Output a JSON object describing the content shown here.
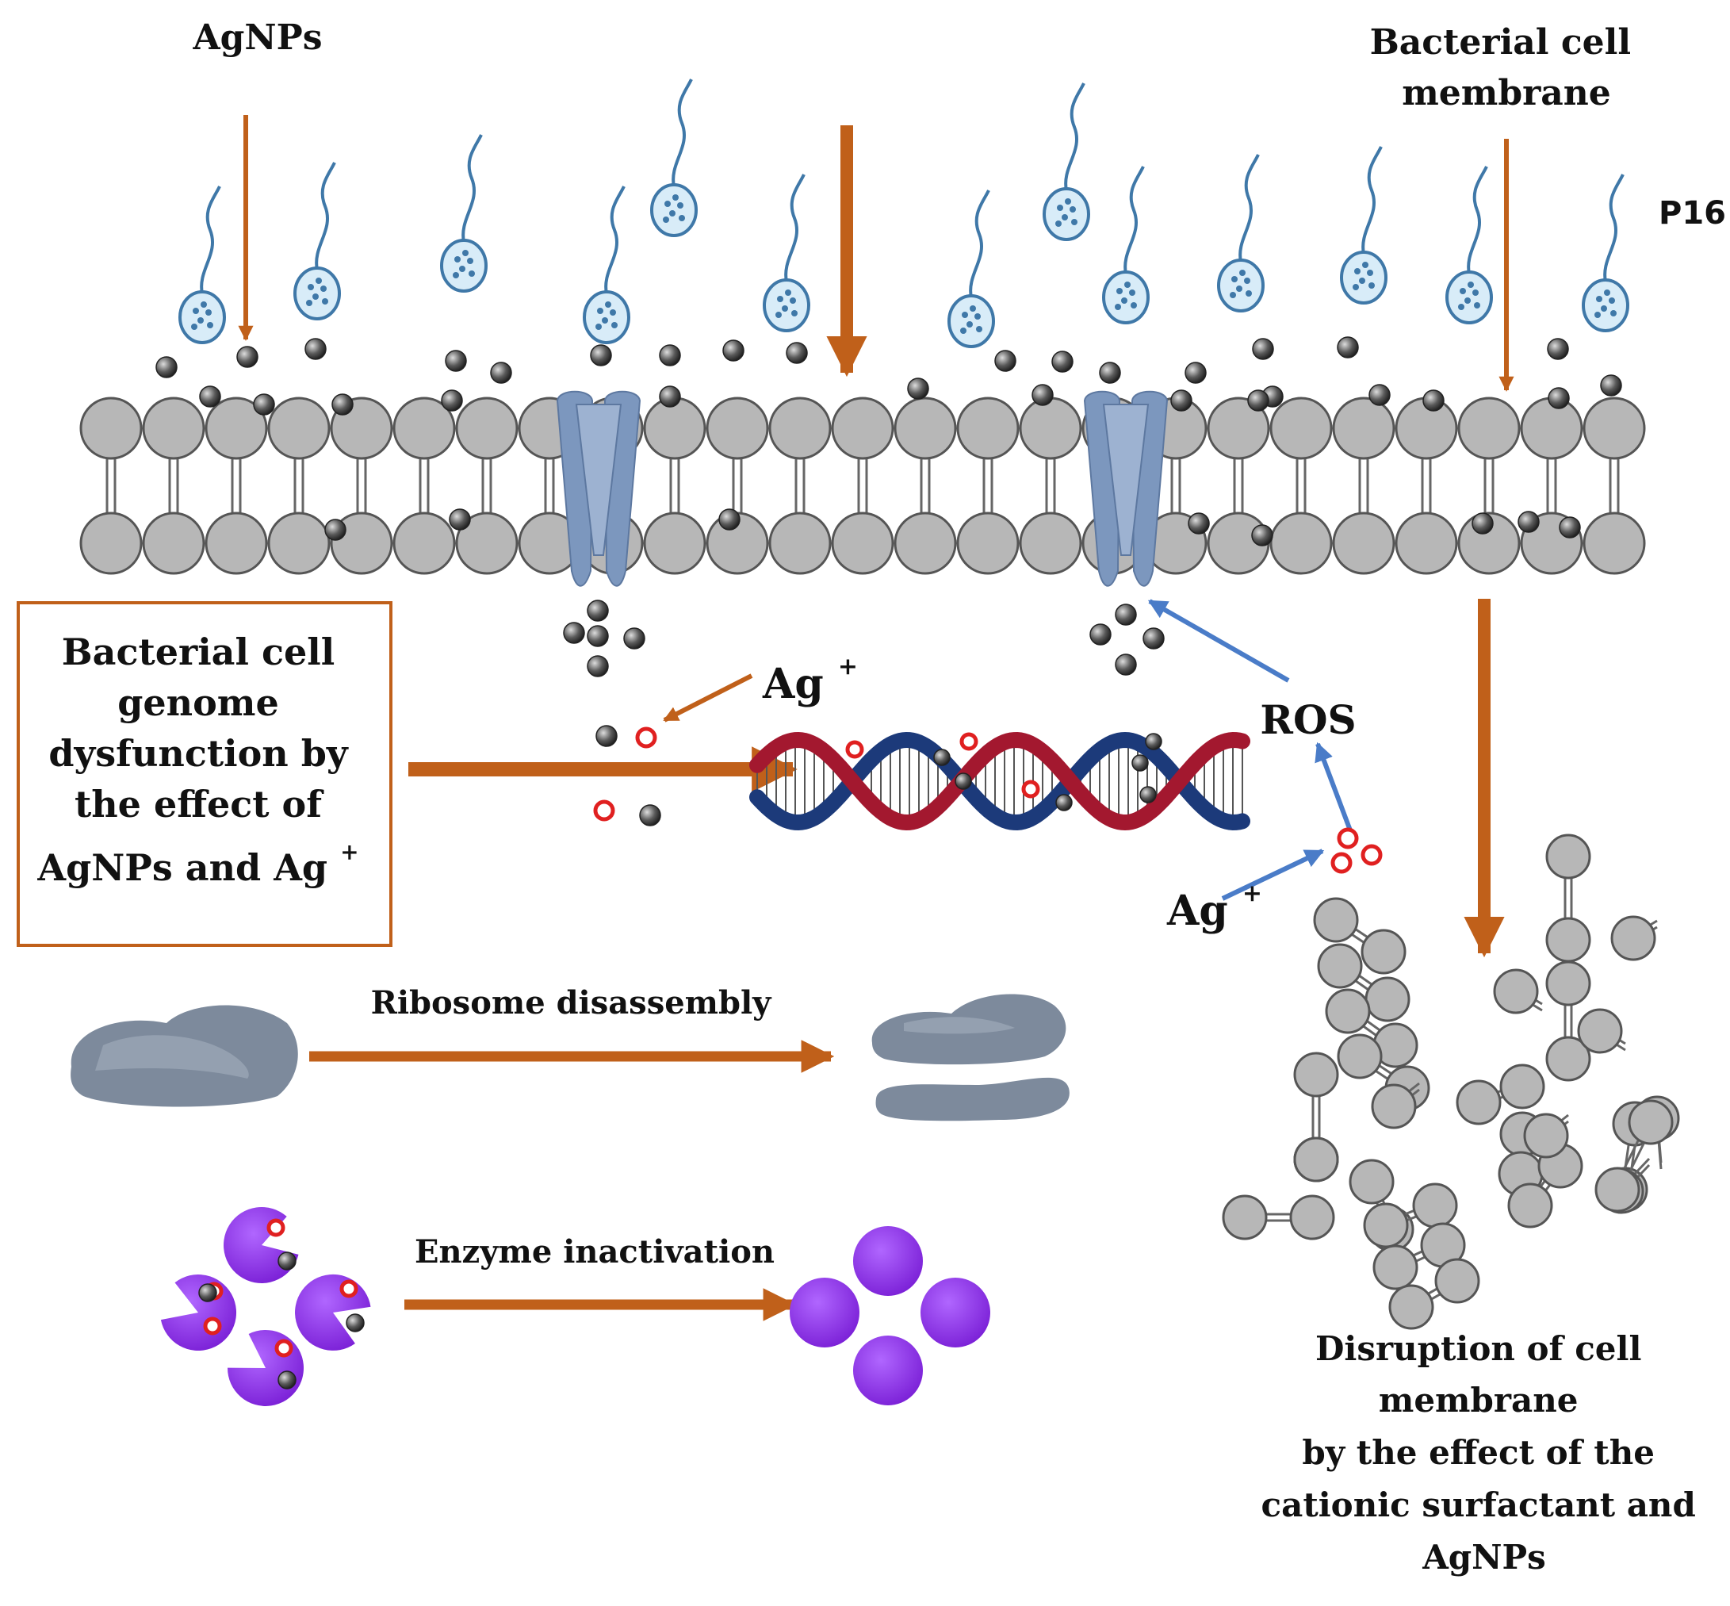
{
  "colors": {
    "orange": "#C0601A",
    "blue_arrow": "#4A7CC8",
    "membrane": "#B7B7B7",
    "membrane_stroke": "#555555",
    "channel": "#7C97BE",
    "surfactant": "#3F78A8",
    "ag_ion": "#E02020",
    "dna_red": "#A3182F",
    "dna_blue": "#1C3A7A",
    "ribosome": "#7D8A9C",
    "enzyme": "#8E2BE0",
    "box_border": "#C0601A"
  },
  "labels": {
    "agnps": "AgNPs",
    "bacterial_membrane": [
      "Bacterial cell",
      "membrane"
    ],
    "p16": "P16",
    "genome_box": [
      "Bacterial cell",
      "genome",
      "dysfunction by",
      "the effect of",
      "AgNPs and Ag"
    ],
    "genome_box_sup": "+",
    "ag_ion_left": "Ag",
    "ag_ion_right": "Ag",
    "ion_sup": "+",
    "ros": "ROS",
    "ribosome": "Ribosome disassembly",
    "enzyme": "Enzyme inactivation",
    "disruption": [
      "Disruption of cell",
      "membrane",
      "by the effect of the",
      "cationic surfactant and",
      "AgNPs"
    ]
  },
  "icons": [
    "surfactant-icon",
    "silver-nanoparticle-icon",
    "silver-ion-icon",
    "ion-channel-icon",
    "dna-helix-icon",
    "ribosome-icon",
    "enzyme-icon",
    "phospholipid-icon"
  ]
}
